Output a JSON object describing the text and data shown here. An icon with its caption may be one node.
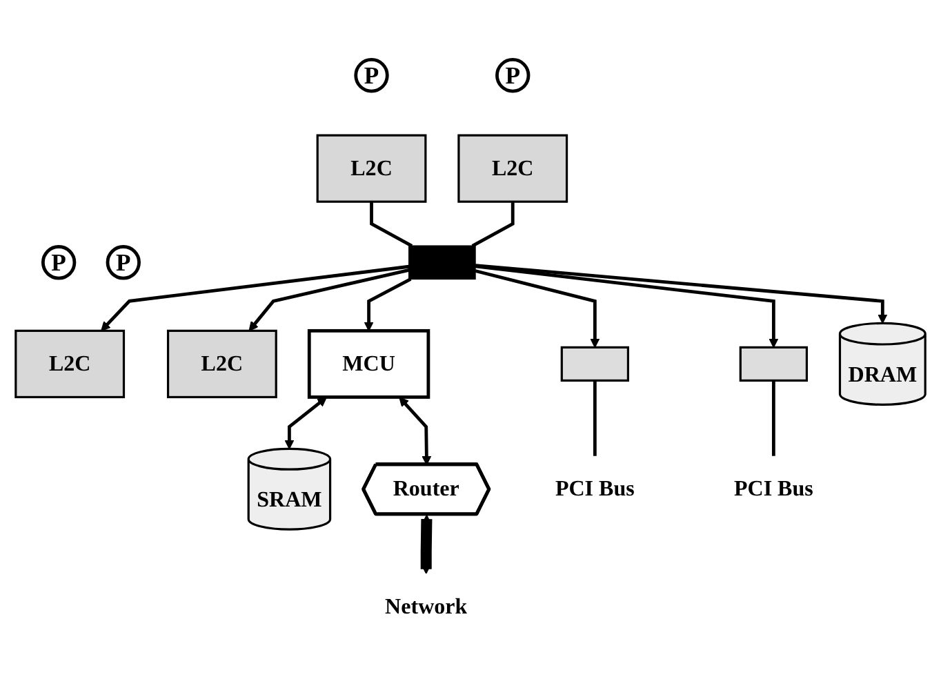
{
  "diagram": {
    "nodes": [
      {
        "text": [
          "P"
        ]
      },
      {
        "text": [
          "P"
        ]
      },
      {
        "text": [
          "P"
        ]
      },
      {
        "text": [
          "P"
        ]
      },
      {
        "text": [
          "L2C"
        ]
      },
      {
        "text": [
          "L2C"
        ]
      },
      {
        "text": [
          "L2C"
        ]
      },
      {
        "text": [
          "L2C"
        ]
      },
      {
        "text": [
          "SRAM"
        ]
      },
      {
        "text": [],
        "shape": "bar"
      },
      {
        "text": [
          "MCU"
        ]
      },
      {
        "text": [],
        "shape": "box"
      },
      {
        "text": [],
        "shape": "box"
      },
      {
        "text": [
          "DRAM"
        ]
      },
      {
        "text": [
          "Router"
        ]
      },
      {
        "text": [
          "PCI Bus"
        ]
      },
      {
        "text": [
          "PCI Bus"
        ]
      },
      {
        "text": [
          "Network"
        ]
      }
    ],
    "edges": [
      {
        "from": 9,
        "to": 4,
        "arrow": "to"
      },
      {
        "from": 9,
        "to": 11,
        "arrow": "to"
      },
      {
        "from": 9,
        "to": 5,
        "arrow": "to"
      },
      {
        "from": 9,
        "to": 12,
        "arrow": "to"
      },
      {
        "from": 6,
        "to": 9,
        "arrow": "none"
      },
      {
        "from": 7,
        "to": 9,
        "arrow": "none"
      },
      {
        "from": 9,
        "to": 13,
        "arrow": "to"
      },
      {
        "from": 9,
        "to": 10,
        "arrow": "to"
      },
      {
        "from": 8,
        "to": 10,
        "arrow": "both"
      },
      {
        "from": 10,
        "to": 14,
        "arrow": "both"
      },
      {
        "from": 14,
        "to": 17,
        "arrow": "both",
        "style": "thick"
      },
      {
        "from": 11,
        "to": 15,
        "arrow": "none"
      },
      {
        "from": 12,
        "to": 16,
        "arrow": "none"
      }
    ]
  }
}
